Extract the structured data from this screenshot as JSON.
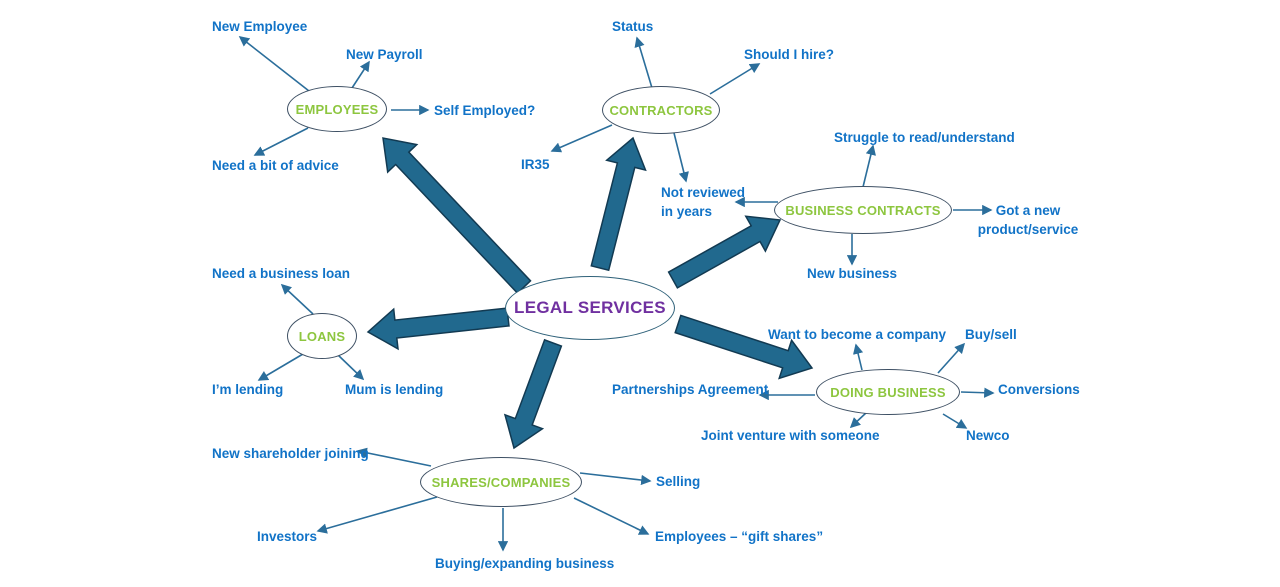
{
  "title": "LEGAL SERVICES",
  "colors": {
    "background": "#FFFFFF",
    "center_label": "#7030A0",
    "node_label": "#8DC63F",
    "leaf_label": "#1173C7",
    "ellipse_outline": "#3E5064",
    "thick_arrow_fill": "#21698E",
    "thick_arrow_outline": "#123A52",
    "thin_arrow": "#2B6E9B"
  },
  "center": {
    "label": "LEGAL SERVICES"
  },
  "nodes": {
    "employees": {
      "label": "EMPLOYEES",
      "leaves": {
        "new_employee": "New Employee",
        "new_payroll": "New Payroll",
        "self_employed": "Self Employed?",
        "need_advice": "Need a bit of advice"
      }
    },
    "contractors": {
      "label": "CONTRACTORS",
      "leaves": {
        "status": "Status",
        "should_i_hire": "Should I hire?",
        "ir35": "IR35",
        "not_reviewed": "Not reviewed\nin years"
      }
    },
    "business_contracts": {
      "label": "BUSINESS CONTRACTS",
      "leaves": {
        "struggle": "Struggle to read/understand",
        "got_new": "Got a new\nproduct/service",
        "new_business": "New business"
      }
    },
    "loans": {
      "label": "LOANS",
      "leaves": {
        "need_loan": "Need a business loan",
        "im_lending": "I’m lending",
        "mum_lending": "Mum is lending"
      }
    },
    "doing_business": {
      "label": "DOING BUSINESS",
      "leaves": {
        "want_company": "Want to become a company",
        "buy_sell": "Buy/sell",
        "partnerships": "Partnerships Agreement",
        "conversions": "Conversions",
        "joint_venture": "Joint venture with someone",
        "newco": "Newco"
      }
    },
    "shares_companies": {
      "label": "SHARES/COMPANIES",
      "leaves": {
        "new_shareholder": "New shareholder joining",
        "investors": "Investors",
        "buying_expanding": "Buying/expanding business",
        "selling": "Selling",
        "employees_gift": "Employees – “gift shares”"
      }
    }
  }
}
